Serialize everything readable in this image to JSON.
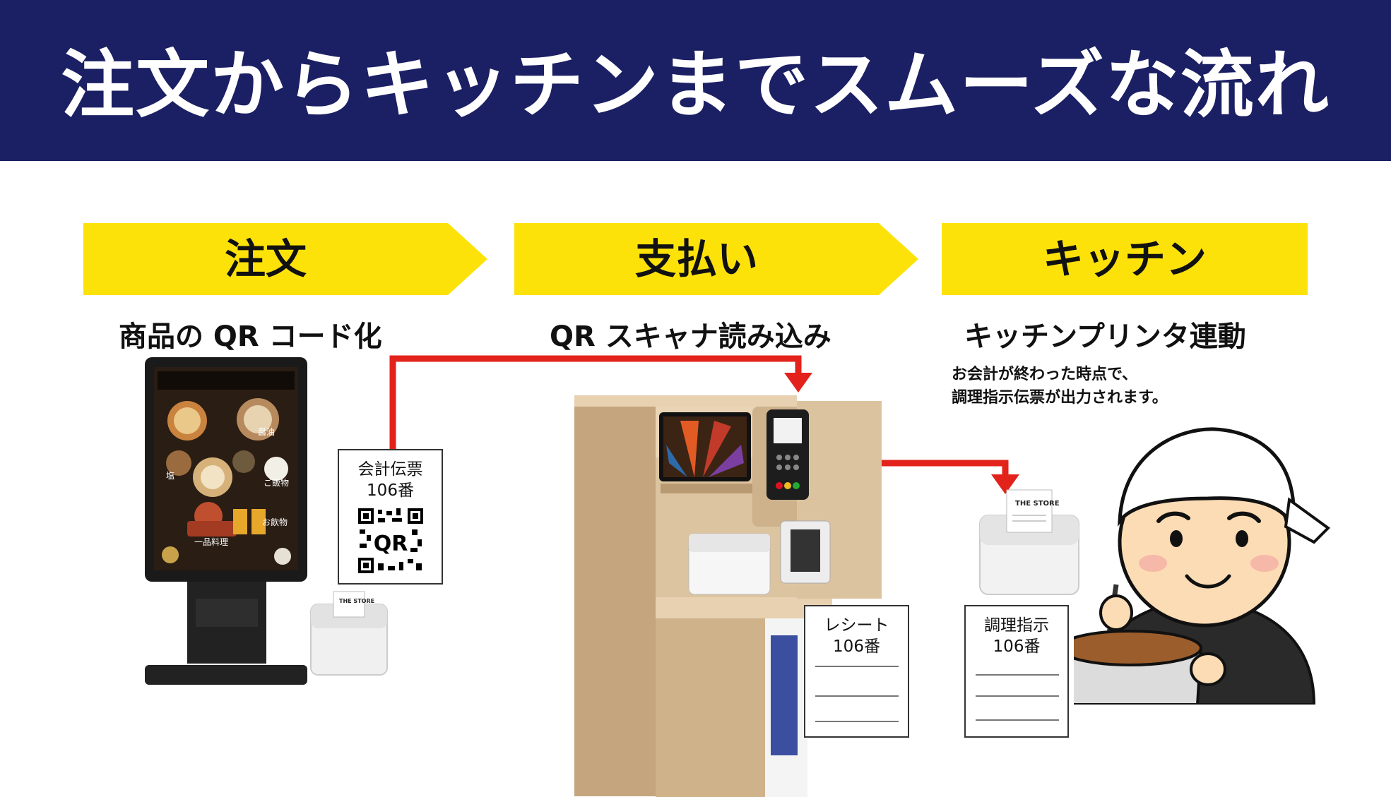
{
  "header": {
    "title": "注文からキッチンまでスムーズな流れ"
  },
  "steps": [
    {
      "label": "注文",
      "subtitle": "商品の QR コード化"
    },
    {
      "label": "支払い",
      "subtitle": "QR スキャナ読み込み"
    },
    {
      "label": "キッチン",
      "subtitle": "キッチンプリンタ連動"
    }
  ],
  "kitchen_note": {
    "line1": "お会計が終わった時点で、",
    "line2": "調理指示伝票が出力されます。"
  },
  "tickets": {
    "order": {
      "line1": "会計伝票",
      "line2": "106番",
      "qr_text": "QR"
    },
    "receipt": {
      "line1": "レシート",
      "line2": "106番"
    },
    "kitchen": {
      "line1": "調理指示",
      "line2": "106番"
    }
  },
  "kiosk_menu": {
    "items": [
      "塩",
      "醤油",
      "ご飯物",
      "お飲物",
      "一品料理"
    ]
  },
  "printer_label": "THE STORE",
  "colors": {
    "banner": "#1b1f63",
    "step_yellow": "#fde20a",
    "arrow_red": "#e3231b"
  }
}
